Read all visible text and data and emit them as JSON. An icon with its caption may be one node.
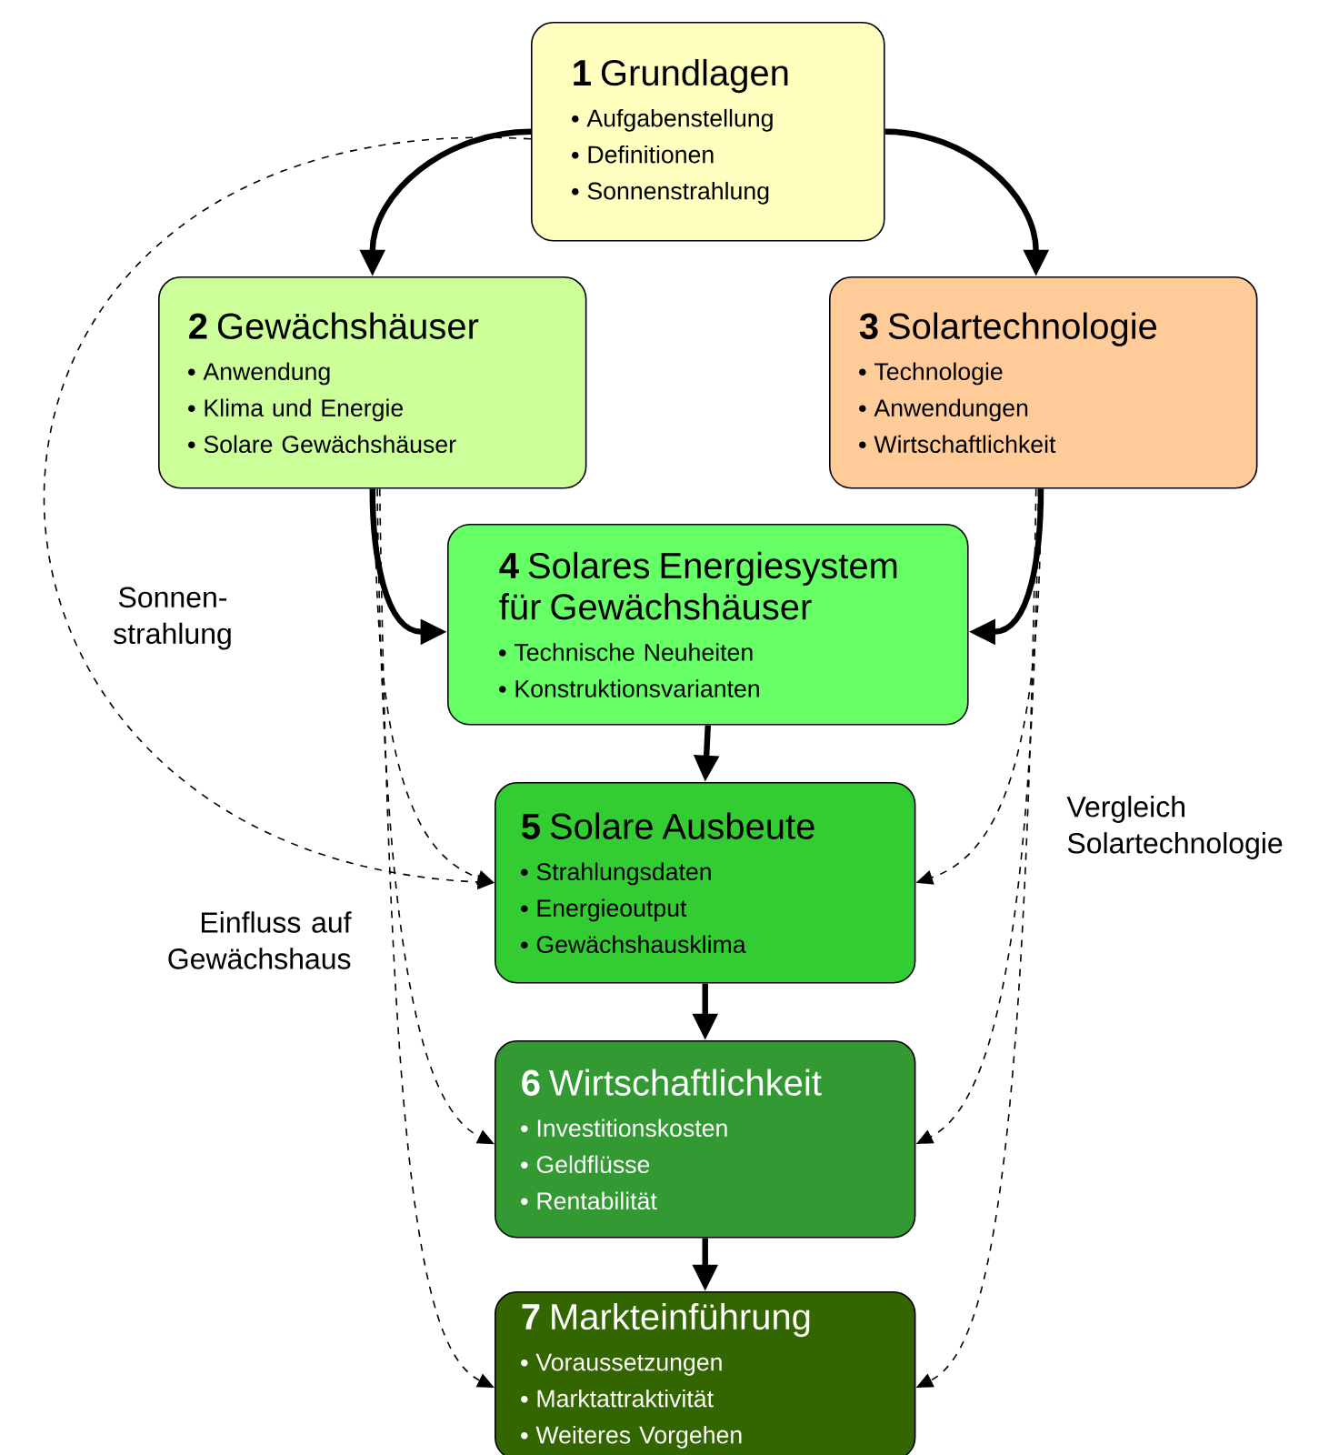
{
  "diagram": {
    "nodes": [
      {
        "text": [
          "**1** Grundlagen",
          "Aufgabenstellung",
          "Definitionen",
          "Sonnenstrahlung"
        ]
      },
      {
        "text": [
          "**2** Gewächshäuser",
          "Anwendung",
          "Klima und Energie",
          "Solare Gewächshäuser"
        ]
      },
      {
        "text": [
          "**3** Solartechnologie",
          "Technologie",
          "Anwendungen",
          "Wirtschaftlichkeit"
        ]
      },
      {
        "text": [
          "**4** Solares Energiesystem für Gewächshäuser",
          "Technische Neuheiten",
          "Konstruktionsvarianten"
        ]
      },
      {
        "text": [
          "**5** Solare Ausbeute",
          "Strahlungsdaten",
          "Energieoutput",
          "Gewächshausklima"
        ]
      },
      {
        "text": [
          "**6** Wirtschaftlichkeit",
          "Investitionskosten",
          "Geldflüsse",
          "Rentabilität"
        ]
      },
      {
        "text": [
          "**7** Markteinführung",
          "Voraussetzungen",
          "Marktattraktivität",
          "Weiteres Vorgehen"
        ]
      }
    ],
    "edges": [
      {
        "from": 0,
        "to": 1,
        "arrow": "to",
        "style": "thick"
      },
      {
        "from": 0,
        "to": 2,
        "arrow": "to",
        "style": "thick"
      },
      {
        "from": 1,
        "to": 3,
        "arrow": "to",
        "style": "thick"
      },
      {
        "from": 2,
        "to": 3,
        "arrow": "to",
        "style": "thick"
      },
      {
        "from": 3,
        "to": 4,
        "arrow": "to",
        "style": "thick"
      },
      {
        "from": 4,
        "to": 5,
        "arrow": "to",
        "style": "thick"
      },
      {
        "from": 5,
        "to": 6,
        "arrow": "to",
        "style": "thick"
      },
      {
        "from": 0,
        "to": 4,
        "arrow": "to",
        "style": "dashed",
        "label": "Sonnen-strahlung"
      },
      {
        "from": 1,
        "to": 4,
        "arrow": "to",
        "style": "dashed"
      },
      {
        "from": 1,
        "to": 5,
        "arrow": "to",
        "style": "dashed",
        "label": "Einfluss auf Gewächshaus"
      },
      {
        "from": 1,
        "to": 6,
        "arrow": "to",
        "style": "dashed"
      },
      {
        "from": 2,
        "to": 4,
        "arrow": "to",
        "style": "dashed",
        "label": "Vergleich Solartechnologie"
      },
      {
        "from": 2,
        "to": 5,
        "arrow": "to",
        "style": "dashed"
      },
      {
        "from": 2,
        "to": 6,
        "arrow": "to",
        "style": "dashed"
      }
    ]
  }
}
